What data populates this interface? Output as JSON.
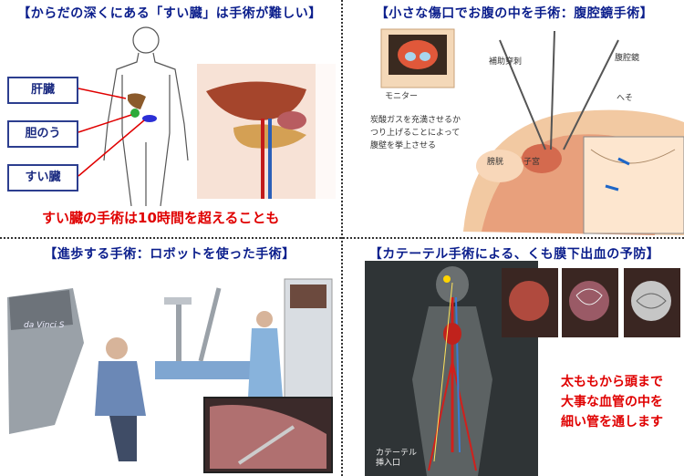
{
  "q1": {
    "title": "【からだの深くにある「すい臓」は手術が難しい】",
    "labels": {
      "liver": "肝臓",
      "gallbladder": "胆のう",
      "pancreas": "すい臓"
    },
    "caption": "すい臓の手術は10時間を超えることも"
  },
  "q2": {
    "title": "【小さな傷口でお腹の中を手術：腹腔鏡手術】",
    "labels": {
      "monitor": "モニター",
      "puncture": "補助穿刺",
      "laparoscope": "腹腔鏡",
      "navel": "へそ",
      "gas_line1": "炭酸ガスを充満させるか",
      "gas_line2": "つり上げることによって",
      "gas_line3": "腹壁を挙上させる",
      "bladder": "膀胱",
      "uterus": "子宮"
    }
  },
  "q3": {
    "title": "【進歩する手術：ロボットを使った手術】",
    "console_brand": "da Vinci S"
  },
  "q4": {
    "title": "【カテーテル手術による、くも膜下出血の予防】",
    "caption_lines": [
      "太ももから頭まで",
      "大事な血管の中を",
      "細い管を通します"
    ],
    "insert_label_line1": "カテーテル",
    "insert_label_line2": "挿入口"
  }
}
